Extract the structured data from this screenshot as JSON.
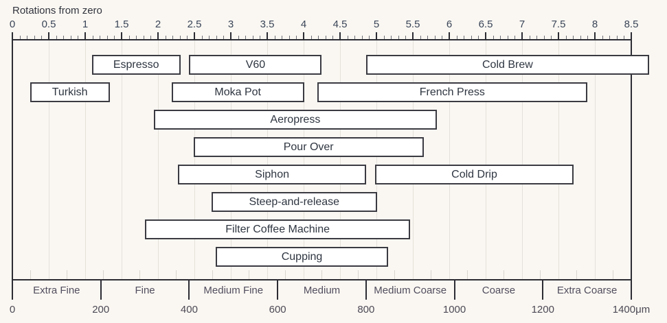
{
  "chart_data": {
    "type": "bar",
    "subtype": "horizontal-range-bars (grind size chart)",
    "top_axis": {
      "label": "Rotations from zero",
      "min": 0,
      "max": 8.5,
      "major_step": 0.5,
      "minor_step": 0.1,
      "tick_labels": [
        "0",
        "0.5",
        "1",
        "1.5",
        "2",
        "2.5",
        "3",
        "3.5",
        "4",
        "4.5",
        "5",
        "5.5",
        "6",
        "6.5",
        "7",
        "7.5",
        "8",
        "8.5"
      ]
    },
    "bottom_axis": {
      "unit": "μm",
      "min": 0,
      "max": 1400,
      "step": 200,
      "minor_rotation_step": 0.25,
      "tick_labels": [
        "0",
        "200",
        "400",
        "600",
        "800",
        "1000",
        "1200",
        "1400μm"
      ],
      "categories": [
        {
          "label": "Extra Fine",
          "range_um": [
            0,
            200
          ]
        },
        {
          "label": "Fine",
          "range_um": [
            200,
            400
          ]
        },
        {
          "label": "Medium Fine",
          "range_um": [
            400,
            600
          ]
        },
        {
          "label": "Medium",
          "range_um": [
            600,
            800
          ]
        },
        {
          "label": "Medium Coarse",
          "range_um": [
            800,
            1000
          ]
        },
        {
          "label": "Coarse",
          "range_um": [
            1000,
            1200
          ]
        },
        {
          "label": "Extra Coarse",
          "range_um": [
            1200,
            1400
          ]
        }
      ]
    },
    "bars": [
      {
        "label": "Espresso",
        "row": 0,
        "range_um": [
          180,
          380
        ]
      },
      {
        "label": "V60",
        "row": 0,
        "range_um": [
          400,
          700
        ]
      },
      {
        "label": "Cold Brew",
        "row": 0,
        "range_um": [
          800,
          1400
        ],
        "bar_extends_past_axis": true
      },
      {
        "label": "Turkish",
        "row": 1,
        "range_um": [
          40,
          220
        ]
      },
      {
        "label": "Moka Pot",
        "row": 1,
        "range_um": [
          360,
          660
        ]
      },
      {
        "label": "French Press",
        "row": 1,
        "range_um": [
          690,
          1300
        ]
      },
      {
        "label": "Aeropress",
        "row": 2,
        "range_um": [
          320,
          960
        ]
      },
      {
        "label": "Pour Over",
        "row": 3,
        "range_um": [
          410,
          930
        ]
      },
      {
        "label": "Siphon",
        "row": 4,
        "range_um": [
          375,
          800
        ]
      },
      {
        "label": "Cold Drip",
        "row": 4,
        "range_um": [
          820,
          1270
        ]
      },
      {
        "label": "Steep-and-release",
        "row": 5,
        "range_um": [
          450,
          825
        ]
      },
      {
        "label": "Filter Coffee Machine",
        "row": 6,
        "range_um": [
          300,
          900
        ]
      },
      {
        "label": "Cupping",
        "row": 7,
        "range_um": [
          460,
          850
        ]
      }
    ],
    "layout_hints": {
      "grid": "vertical gridlines every 0.5 rotation",
      "legend": "none",
      "bar_fill": "#ffffff",
      "bar_border": "#3a3a42",
      "background": "#faf7f2",
      "gridline_color": "#e4e1db",
      "axis_color": "#2c2c34"
    }
  }
}
